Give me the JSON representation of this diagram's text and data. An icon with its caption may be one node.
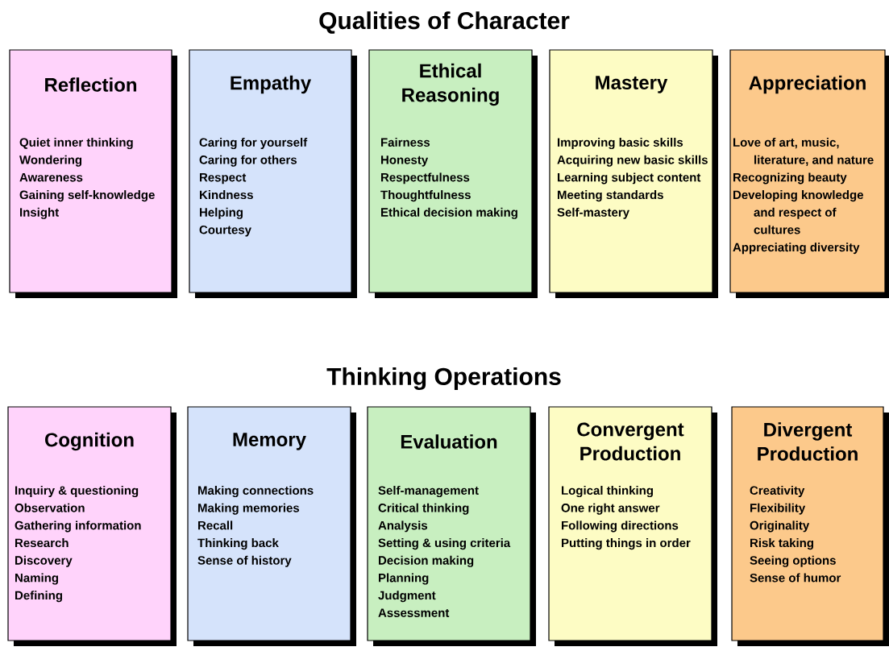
{
  "diagram": {
    "title": "Qualities of Character",
    "nodes": [
      {
        "text": [
          "Reflection",
          "Quiet inner thinking",
          "Wondering",
          "Awareness",
          "Gaining self-knowledge",
          "Insight"
        ]
      },
      {
        "text": [
          "Empathy",
          "Caring for yourself",
          "Caring for others",
          "Respect",
          "Kindness",
          "Helping",
          "Courtesy"
        ]
      },
      {
        "text": [
          "Ethical Reasoning",
          "Fairness",
          "Honesty",
          "Respectfulness",
          "Thoughtfulness",
          "Ethical decision making"
        ]
      },
      {
        "text": [
          "Mastery",
          "Improving basic skills",
          "Acquiring new basic skills",
          "Learning subject content",
          "Meeting standards",
          "Self-mastery"
        ]
      },
      {
        "text": [
          "Appreciation",
          "Love of art, music, literature, and nature",
          "Recognizing beauty",
          "Developing knowledge and respect of cultures",
          "Appreciating diversity"
        ]
      },
      {
        "text": [
          "Cognition",
          "Inquiry & questioning",
          "Observation",
          "Gathering information",
          "Research",
          "Discovery",
          "Naming",
          "Defining"
        ]
      },
      {
        "text": [
          "Memory",
          "Making connections",
          "Making memories",
          "Recall",
          "Thinking back",
          "Sense of history"
        ]
      },
      {
        "text": [
          "Evaluation",
          "Self-management",
          "Critical thinking",
          "Analysis",
          "Setting & using criteria",
          "Decision making",
          "Planning",
          "Judgment",
          "Assessment"
        ]
      },
      {
        "text": [
          "Convergent Production",
          "Logical thinking",
          "One right answer",
          "Following directions",
          "Putting things in order"
        ]
      },
      {
        "text": [
          "Divergent Production",
          "Creativity",
          "Flexibility",
          "Originality",
          "Risk taking",
          "Seeing options",
          "Sense of humor"
        ]
      }
    ],
    "labels": [
      "Thinking Operations"
    ]
  }
}
